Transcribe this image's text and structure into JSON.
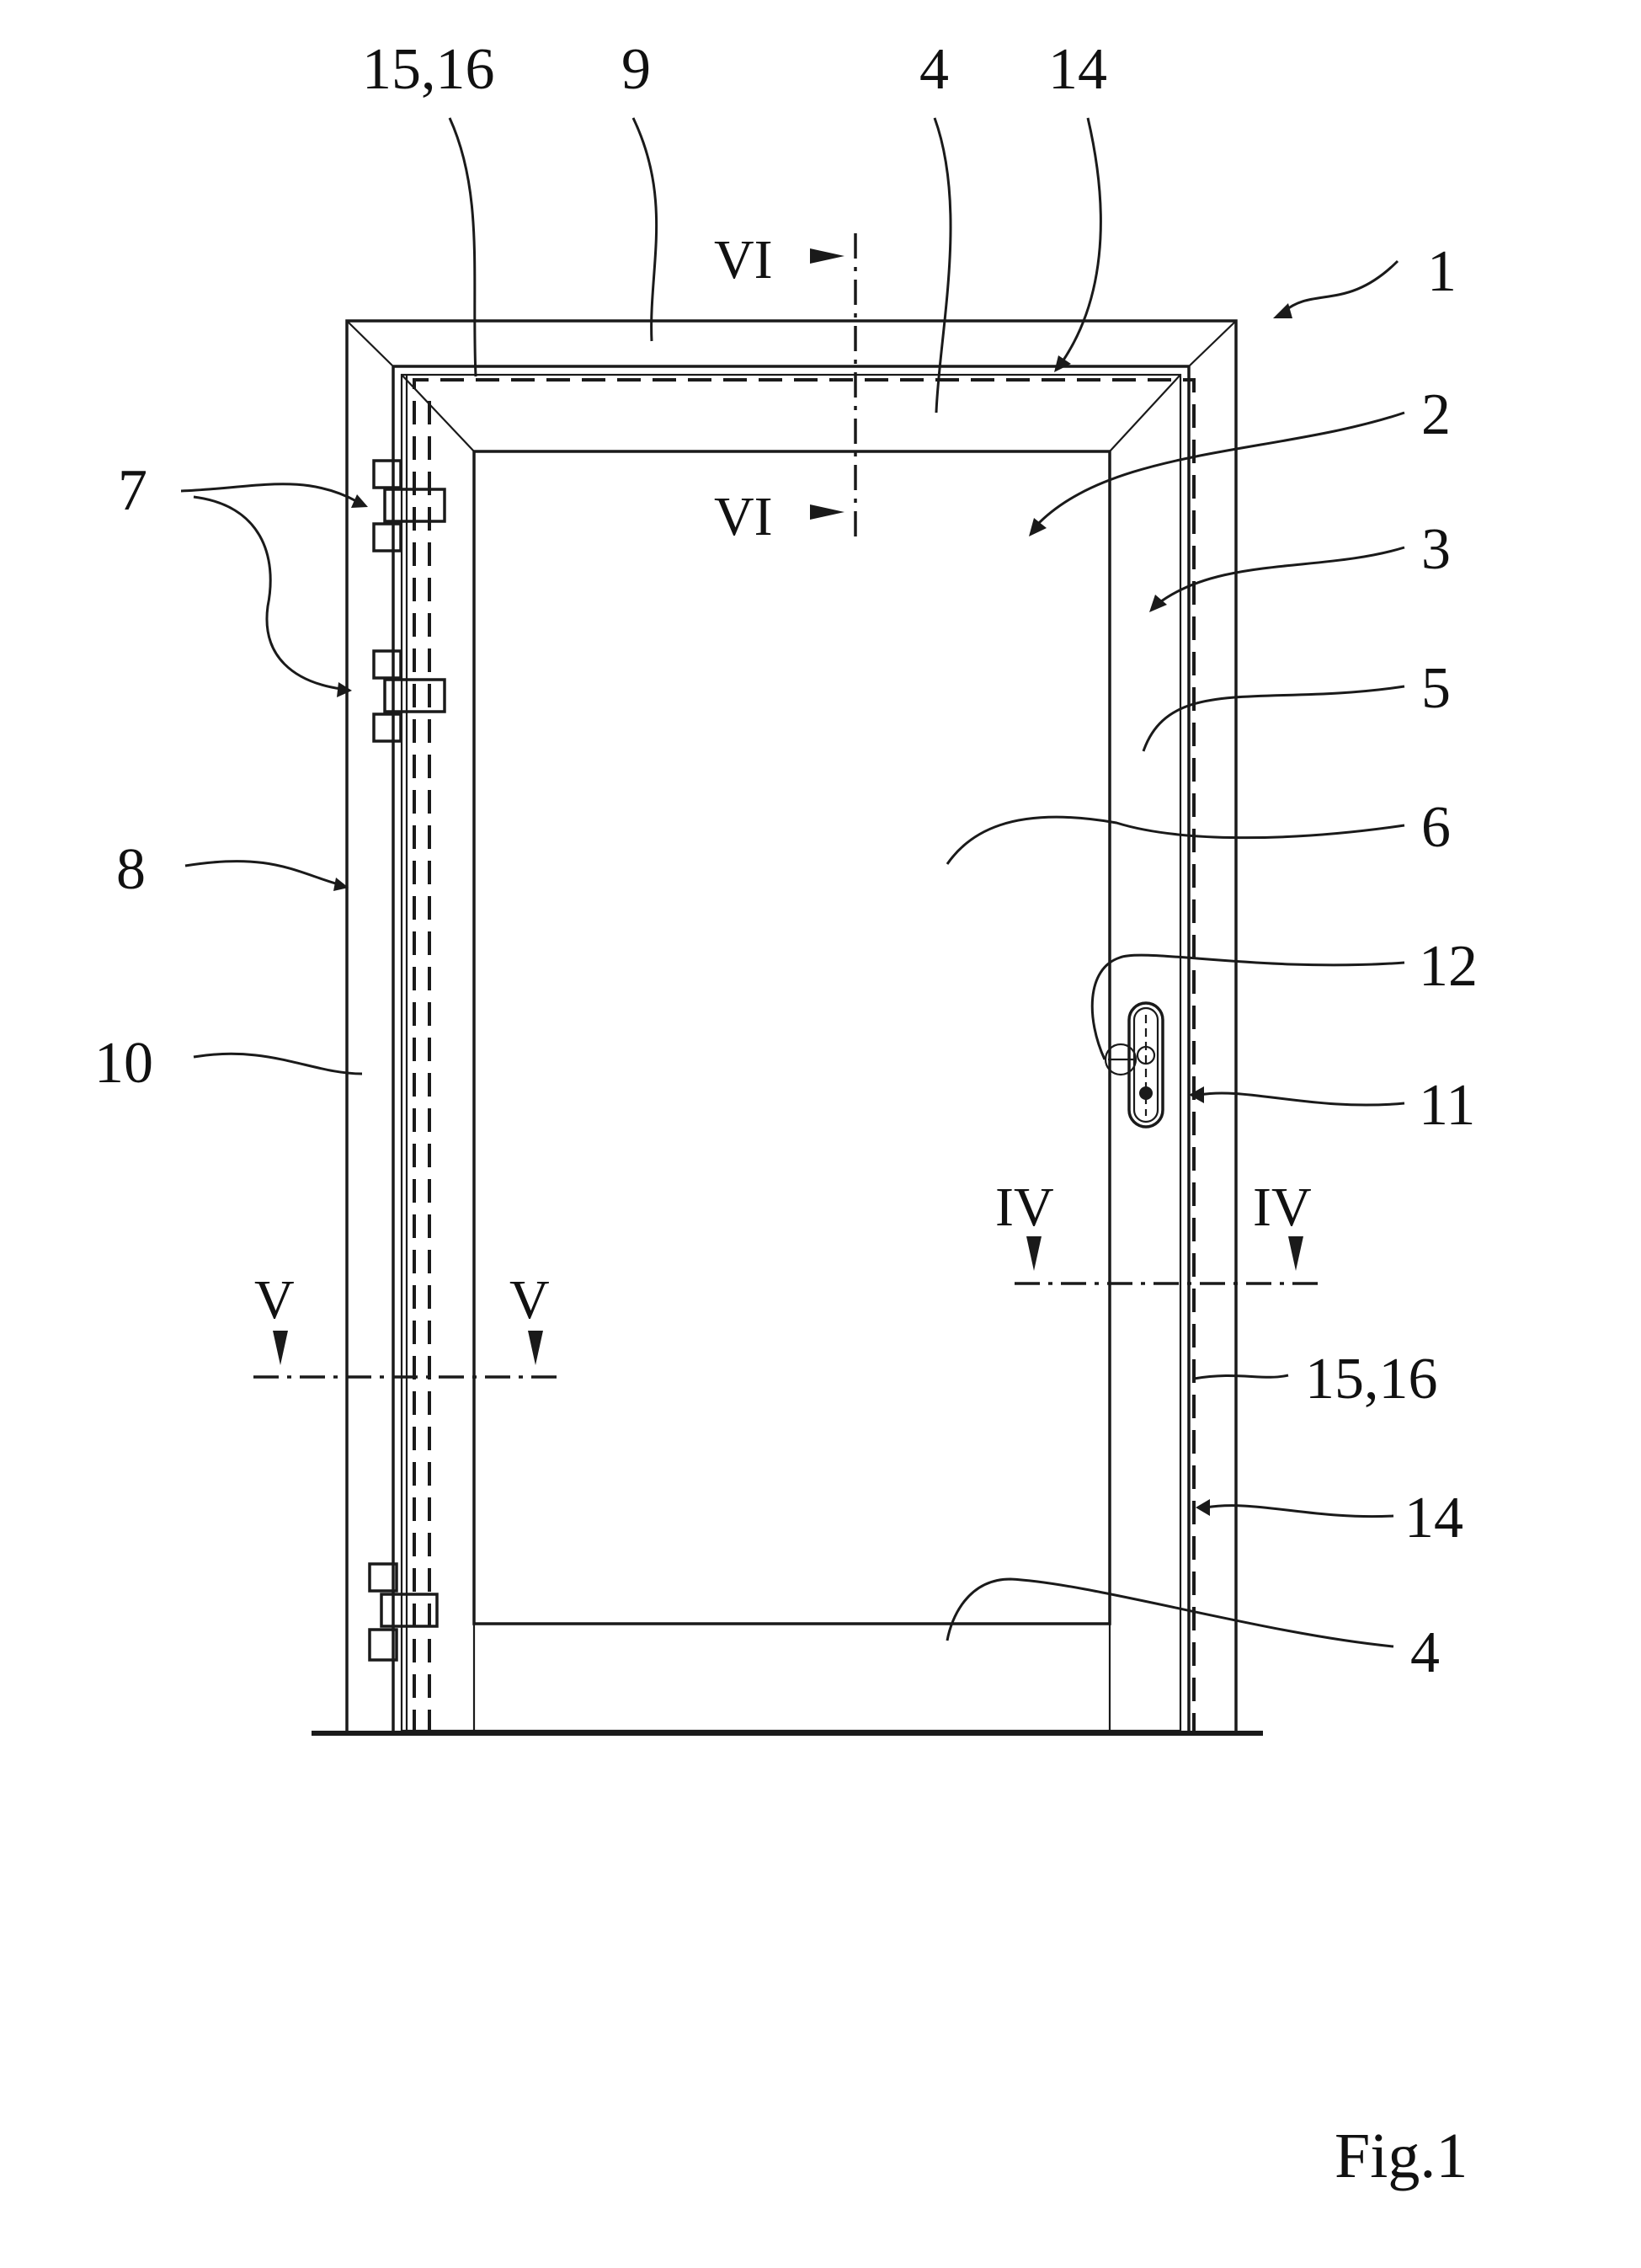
{
  "labels": {
    "ref_15_16_top": "15,16",
    "ref_9": "9",
    "ref_4_top": "4",
    "ref_14_top": "14",
    "ref_1": "1",
    "ref_2": "2",
    "ref_3": "3",
    "ref_5": "5",
    "ref_6": "6",
    "ref_7": "7",
    "ref_8": "8",
    "ref_10": "10",
    "ref_12": "12",
    "ref_11": "11",
    "ref_15_16_right": "15,16",
    "ref_14_right": "14",
    "ref_4_bottom": "4"
  },
  "sections": {
    "vi_top": "VI",
    "vi_bottom": "VI",
    "iv_left": "IV",
    "iv_right": "IV",
    "v_left": "V",
    "v_right": "V"
  },
  "figure_label": "Fig.1"
}
